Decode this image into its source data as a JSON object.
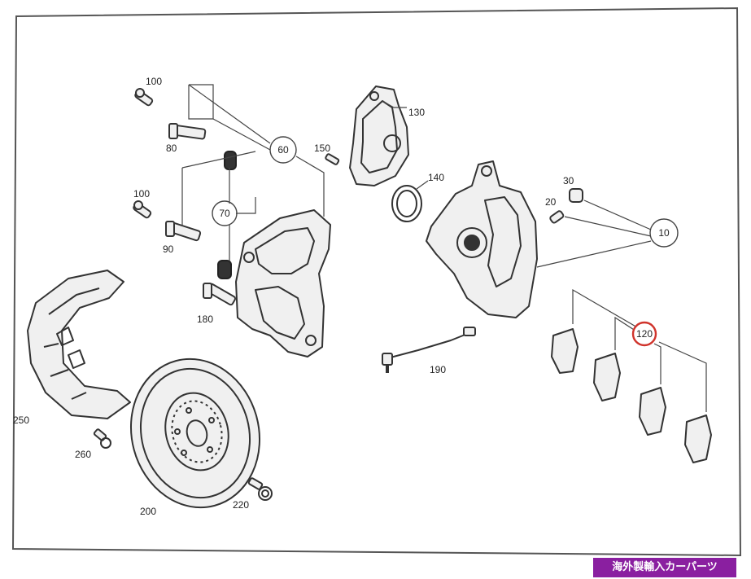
{
  "callouts": {
    "c100a": "100",
    "c80": "80",
    "c60": "60",
    "c150": "150",
    "c130": "130",
    "c140": "140",
    "c100b": "100",
    "c70": "70",
    "c90": "90",
    "c180": "180",
    "c30": "30",
    "c20": "20",
    "c10": "10",
    "c120": "120",
    "c190": "190",
    "c250": "250",
    "c260": "260",
    "c200": "200",
    "c220": "220"
  },
  "colors": {
    "highlight_ring": "#d0342c",
    "watermark_bg": "#8a1fa0"
  },
  "watermark": {
    "text": "海外製輸入カーパーツ"
  }
}
